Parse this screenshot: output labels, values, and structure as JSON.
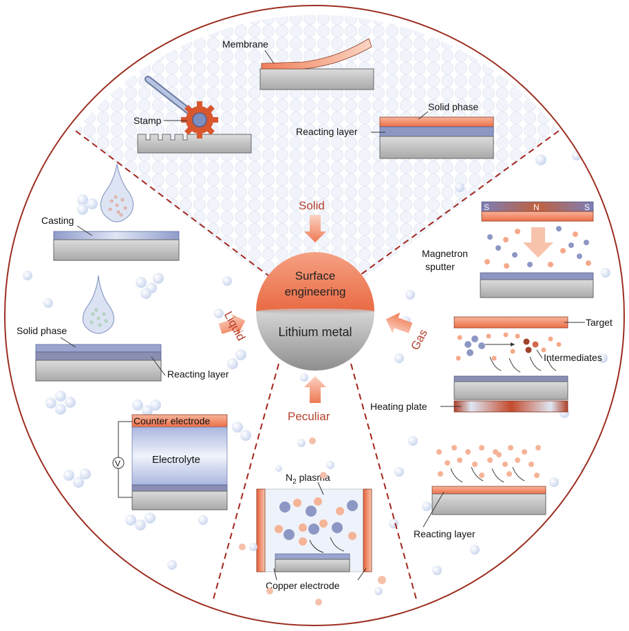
{
  "center": {
    "top_label_line1": "Surface",
    "top_label_line2": "engineering",
    "bottom_label": "Lithium metal"
  },
  "sections": {
    "solid": "Solid",
    "liquid": "Liquid",
    "gas": "Gas",
    "peculiar": "Peculiar"
  },
  "solid_panel": {
    "membrane": "Membrane",
    "stamp": "Stamp",
    "solid_phase": "Solid phase",
    "reacting_layer": "Reacting layer"
  },
  "liquid_panel": {
    "casting": "Casting",
    "solid_phase": "Solid phase",
    "reacting_layer": "Reacting layer",
    "counter_electrode": "Counter electrode",
    "electrolyte": "Electrolyte",
    "voltmeter": "V"
  },
  "gas_panel": {
    "magnet_s_left": "S",
    "magnet_n": "N",
    "magnet_s_right": "S",
    "magnetron_line1": "Magnetron",
    "magnetron_line2": "sputter",
    "target": "Target",
    "intermediates": "Intermediates",
    "heating_plate": "Heating plate",
    "reacting_layer": "Reacting layer"
  },
  "peculiar_panel": {
    "plasma": "N",
    "plasma_sub": "2",
    "plasma_rest": " plasma",
    "copper_electrode": "Copper electrode"
  },
  "colors": {
    "accent": "#b5402d",
    "orange": "#f08a66",
    "gray": "#b9b9b9",
    "blue": "#8d97c4"
  }
}
